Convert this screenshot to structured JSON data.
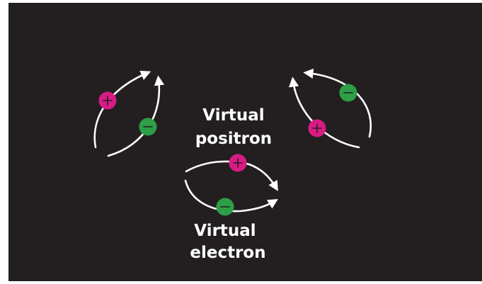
{
  "labels": {
    "positron_line1": "Virtual",
    "positron_line2": "positron",
    "electron_line1": "Virtual",
    "electron_line2": "electron"
  },
  "particles": {
    "positron": {
      "color": "#d81b85",
      "sign": "+"
    },
    "electron": {
      "color": "#2e9e47",
      "sign": "−"
    }
  },
  "colors": {
    "background": "#231f20",
    "orbit": "#ffffff",
    "text": "#ffffff"
  }
}
